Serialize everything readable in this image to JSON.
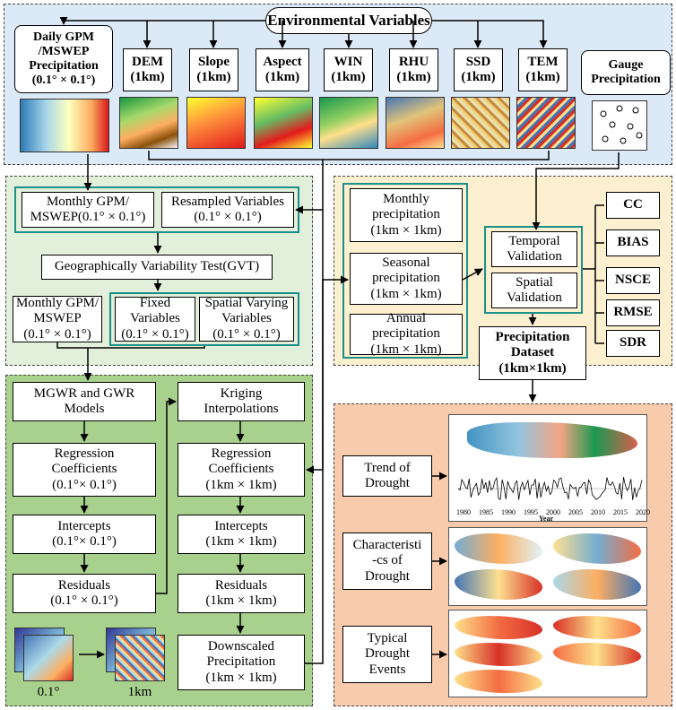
{
  "env": {
    "title": "Environmental Variables",
    "gpm": "Daily GPM\n/MSWEP\nPrecipitation\n(0.1° × 0.1°)",
    "vars": [
      "DEM\n(1km)",
      "Slope\n(1km)",
      "Aspect\n(1km)",
      "WIN\n(1km)",
      "RHU\n(1km)",
      "SSD\n(1km)",
      "TEM\n(1km)"
    ],
    "gauge": "Gauge\nPrecipitation"
  },
  "prep": {
    "monthly": "Monthly GPM/\nMSWEP(0.1° × 0.1°)",
    "resampled": "Resampled Variables\n(0.1° × 0.1°)",
    "gvt": "Geographically Variability Test(GVT)",
    "monthly2": "Monthly GPM/\nMSWEP\n(0.1° × 0.1°)",
    "fixed": "Fixed\nVariables\n(0.1° × 0.1°)",
    "spatial": "Spatial Varying\nVariables\n(0.1° × 0.1°)"
  },
  "model": {
    "mgwr": "MGWR and GWR\nModels",
    "reg1": "Regression\nCoefficients\n(0.1°× 0.1°)",
    "int1": "Intercepts\n(0.1°× 0.1°)",
    "res1": "Residuals\n(0.1° × 0.1°)",
    "krig": "Kriging\nInterpolations",
    "reg2": "Regression\nCoefficients\n(1km × 1km)",
    "int2": "Intercepts\n(1km × 1km)",
    "res2": "Residuals\n(1km × 1km)",
    "down": "Downscaled\nPrecipitation\n(1km × 1km)",
    "cap1": "0.1°",
    "cap2": "1km"
  },
  "valid": {
    "monthly": "Monthly\nprecipitation\n(1km × 1km)",
    "seasonal": "Seasonal\nprecipitation\n(1km × 1km)",
    "annual": "Annual\nprecipitation\n(1km × 1km)",
    "temporal": "Temporal\nValidation",
    "spatial": "Spatial\nValidation",
    "dataset": "Precipitation\nDataset\n(1km×1km)",
    "metrics": [
      "CC",
      "BIAS",
      "NSCE",
      "RMSE",
      "SDR"
    ]
  },
  "drought": {
    "trend": "Trend of\nDrought",
    "char": "Characteristi\n-cs of\nDrought",
    "events": "Typical\nDrought\nEvents",
    "years": [
      "1980",
      "1985",
      "1990",
      "1995",
      "2000",
      "2005",
      "2010",
      "2015",
      "2020"
    ],
    "xlabel": "Year"
  },
  "colors": {
    "topPanel": "#dceaf7",
    "prepPanel": "#e2efda",
    "modelPanel": "#a9d18e",
    "validPanel": "#fdf0d0",
    "droughtPanel": "#f8cbad",
    "teal": "#1b8f8a"
  }
}
